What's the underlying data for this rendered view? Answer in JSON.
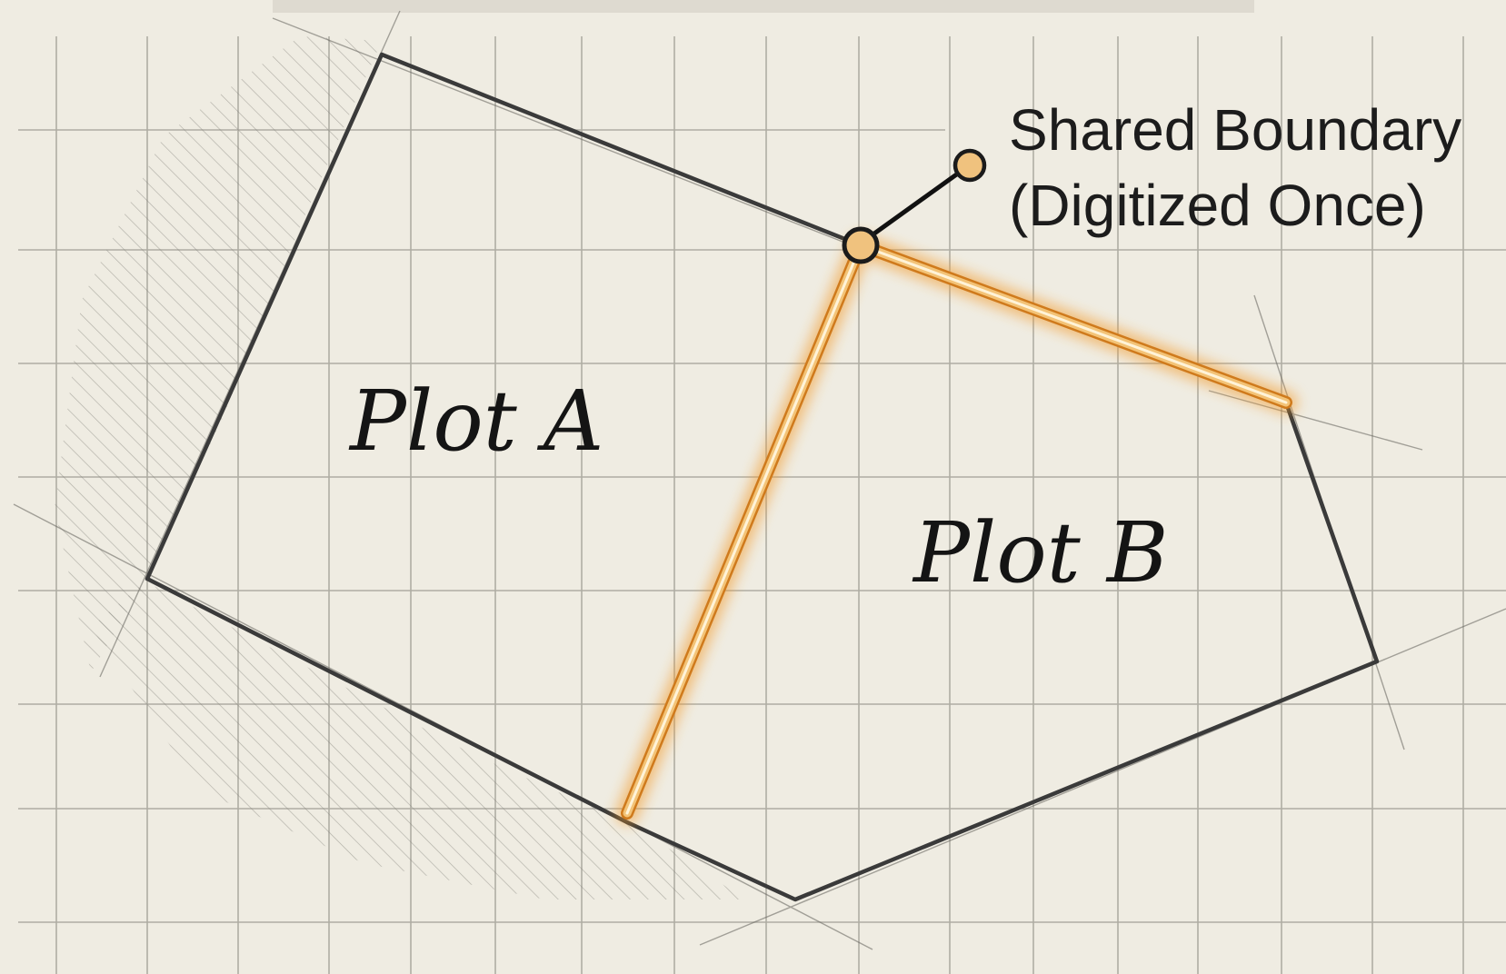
{
  "diagram": {
    "plots": [
      {
        "id": "plot-a",
        "label": "Plot A"
      },
      {
        "id": "plot-b",
        "label": "Plot B"
      }
    ],
    "annotation": {
      "line1": "Shared Boundary",
      "line2": "(Digitized Once)"
    }
  },
  "colors": {
    "paper": "#efece2",
    "grid": "#9a988f",
    "outline": "#3a3a3a",
    "shared_boundary": "#f3c377",
    "shared_boundary_glow": "#f29a2c",
    "node_fill": "#f0c27e"
  },
  "icons": {
    "boundary_marker": "circle-node-icon"
  }
}
